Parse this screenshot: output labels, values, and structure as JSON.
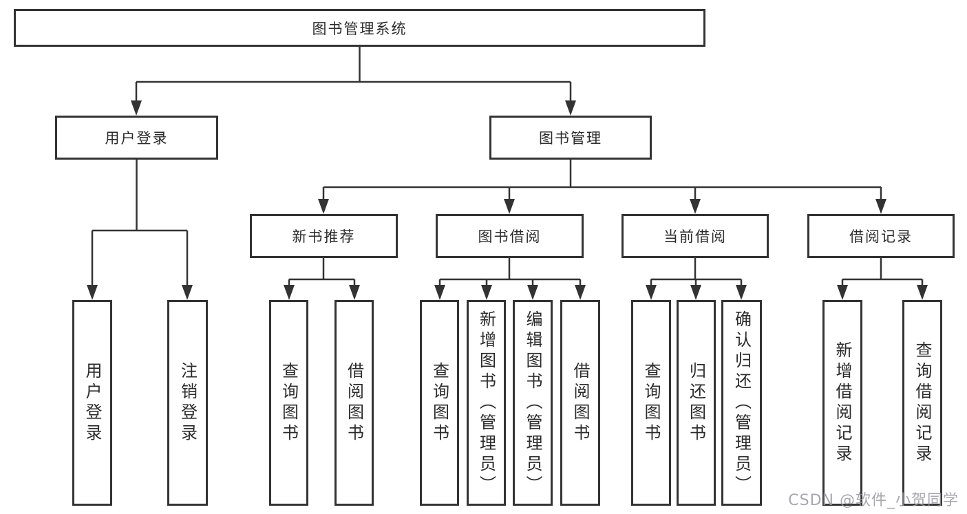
{
  "tree": {
    "root": "图书管理系统",
    "children": [
      {
        "label": "用户登录",
        "children": [
          "用户登录",
          "注销登录"
        ]
      },
      {
        "label": "图书管理",
        "children": [
          {
            "label": "新书推荐",
            "children": [
              "查询图书",
              "借阅图书"
            ]
          },
          {
            "label": "图书借阅",
            "children": [
              "查询图书",
              "新增图书（管理员）",
              "编辑图书（管理员）",
              "借阅图书"
            ]
          },
          {
            "label": "当前借阅",
            "children": [
              "查询图书",
              "归还图书",
              "确认归还（管理员）"
            ]
          },
          {
            "label": "借阅记录",
            "children": [
              "新增借阅记录",
              "查询借阅记录"
            ]
          }
        ]
      }
    ]
  },
  "watermark": {
    "text": "CSDN @软件_小贺同学"
  },
  "colors": {
    "line": "#333333",
    "box_border": "#333333",
    "text": "#2b2b2b",
    "background": "#ffffff",
    "watermark": "#9898a0"
  }
}
